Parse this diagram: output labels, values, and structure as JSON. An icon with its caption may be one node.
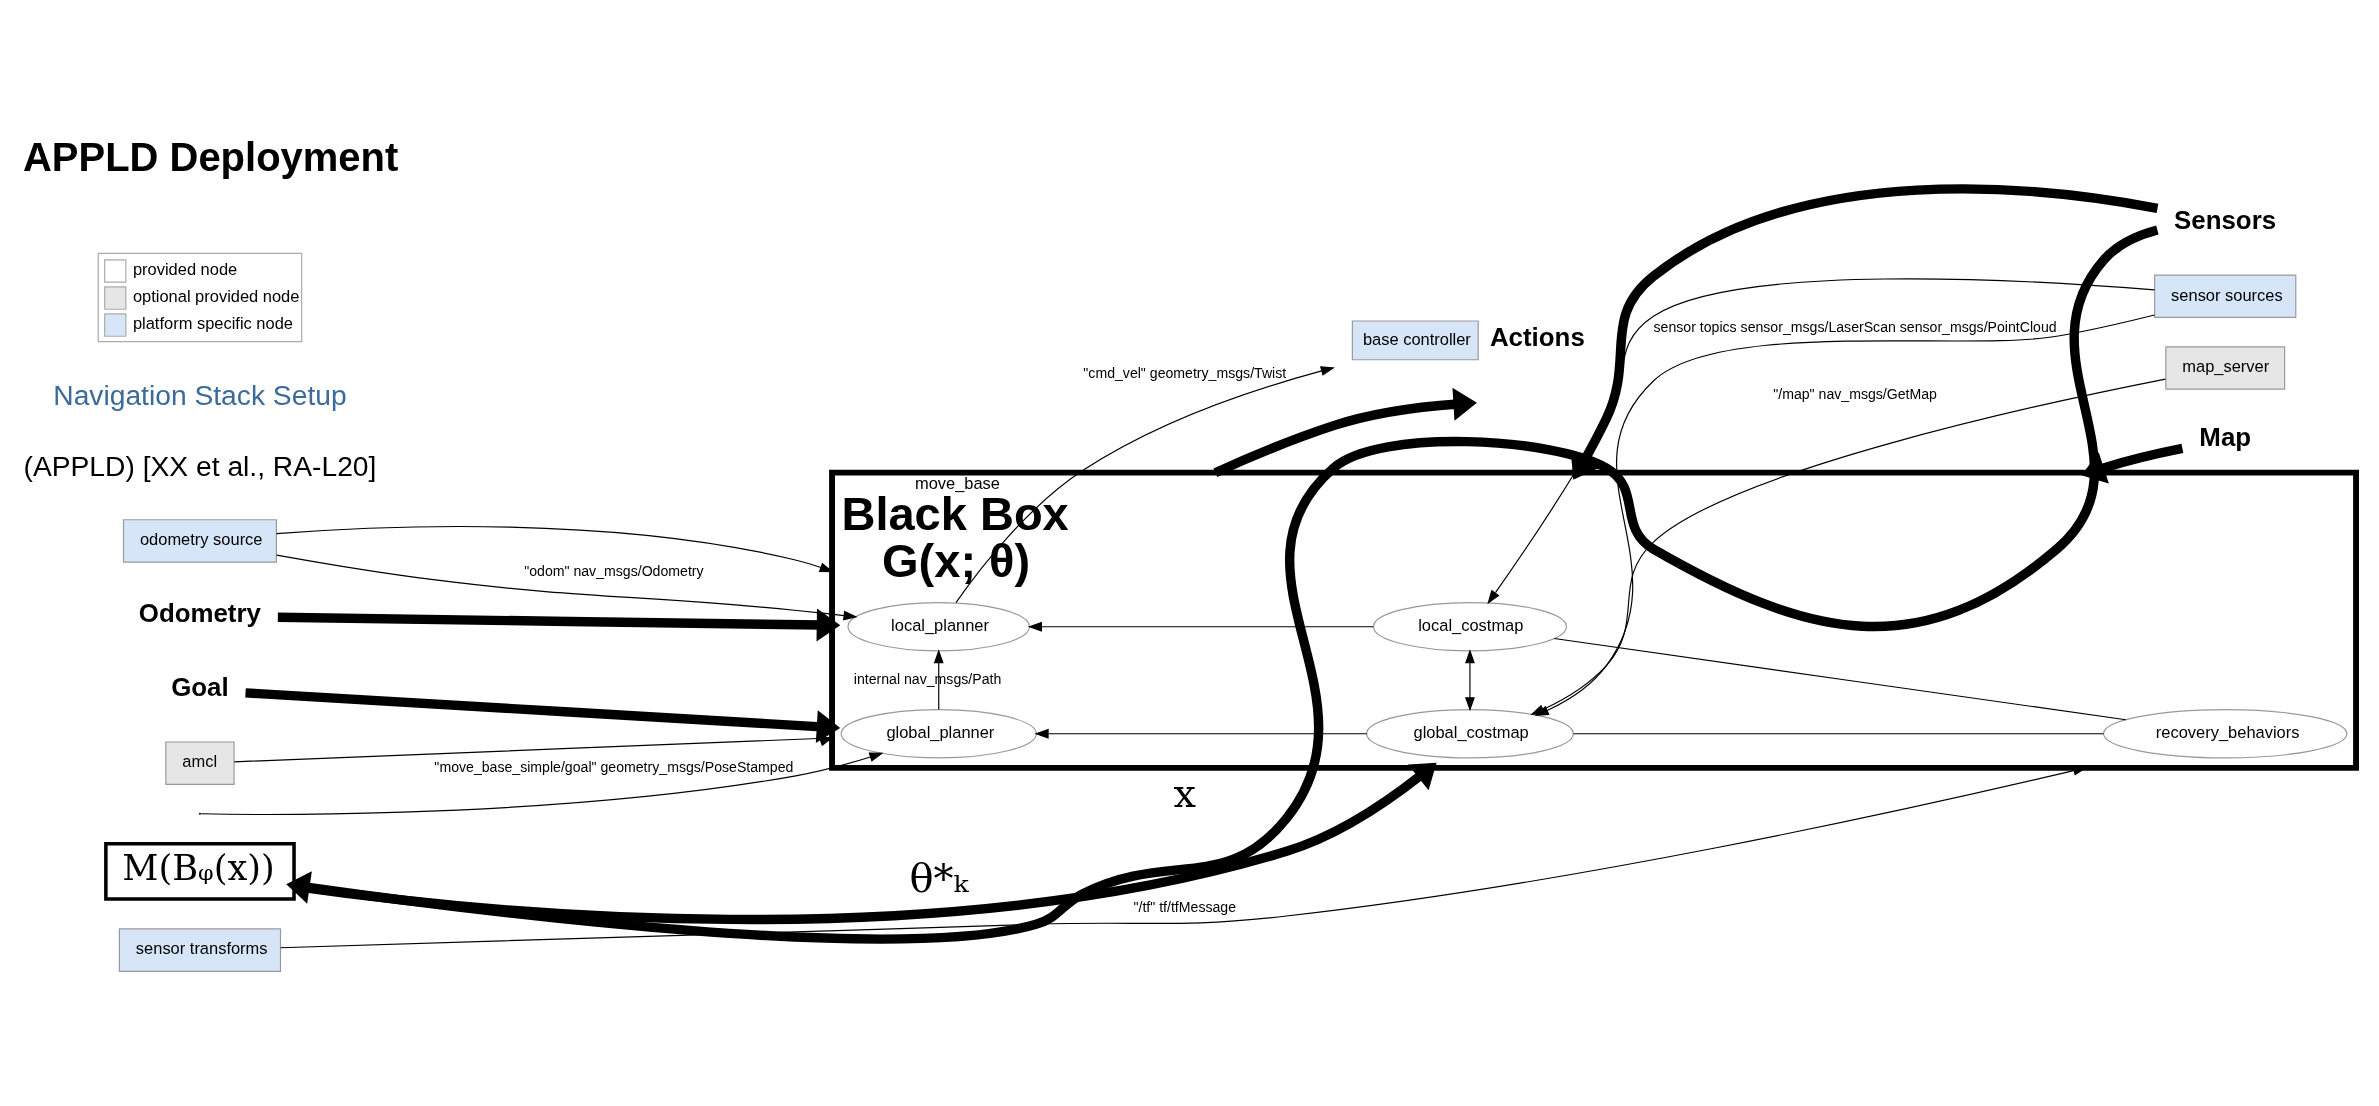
{
  "diagram": {
    "title": "APPLD Deployment",
    "nodes": [
      {
        "text": [
          "move_base",
          "Black Box",
          "G(x; θ)"
        ]
      },
      {
        "text": [
          "global_planner"
        ],
        "in": 0
      },
      {
        "text": [
          "global_costmap"
        ],
        "in": 0
      },
      {
        "text": [
          "recovery_behaviors"
        ],
        "in": 0
      },
      {
        "text": [
          "local_planner"
        ],
        "in": 0
      },
      {
        "text": [
          "local_costmap"
        ],
        "in": 0
      },
      {
        "text": [
          "amcl"
        ]
      },
      {
        "text": [
          "sensor transforms"
        ]
      },
      {
        "text": [
          "odometry source"
        ]
      },
      {
        "text": [
          "map_server"
        ]
      },
      {
        "text": [
          "sensor sources"
        ]
      },
      {
        "text": [
          "base controller"
        ],
        "beside": [
          "Actions"
        ]
      },
      {
        "text": [
          "M(Bᵩ(x))"
        ]
      },
      {
        "text": [
          "Goal"
        ]
      },
      {
        "text": [
          "Odometry"
        ]
      },
      {
        "text": [
          "Map"
        ]
      },
      {
        "text": [
          "Sensors"
        ]
      }
    ],
    "edges": [
      {
        "from": null,
        "to": 1,
        "arrow": "to",
        "label": "\"move_base_simple/goal\" geometry_msgs/PoseStamped"
      },
      {
        "from": 2,
        "to": 1,
        "arrow": "to"
      },
      {
        "from": 1,
        "to": 4,
        "arrow": "to",
        "label": "internal nav_msgs/Path"
      },
      {
        "from": 5,
        "to": 4,
        "arrow": "to"
      },
      {
        "from": 2,
        "to": 3,
        "arrow": "none"
      },
      {
        "from": 3,
        "to": 5,
        "arrow": "none"
      },
      {
        "from": 2,
        "to": 5,
        "arrow": "both"
      },
      {
        "from": 6,
        "to": 0,
        "arrow": "to"
      },
      {
        "from": 7,
        "to": 0,
        "arrow": "to",
        "label": "\"/tf\" tf/tfMessage"
      },
      {
        "from": 8,
        "to": 0,
        "arrow": "to"
      },
      {
        "from": 8,
        "to": 4,
        "arrow": "to",
        "label": "\"odom\" nav_msgs/Odometry"
      },
      {
        "from": 9,
        "to": 2,
        "arrow": "to",
        "label": "\"/map\" nav_msgs/GetMap"
      },
      {
        "from": 10,
        "to": 2,
        "arrow": "to",
        "label": "sensor topics sensor_msgs/LaserScan sensor_msgs/PointCloud"
      },
      {
        "from": 10,
        "to": 5,
        "arrow": "to"
      },
      {
        "from": 4,
        "to": 11,
        "arrow": "to",
        "label": "\"cmd_vel\" geometry_msgs/Twist"
      },
      {
        "from": 13,
        "to": 0,
        "arrow": "to",
        "style": "thick"
      },
      {
        "from": 12,
        "to": 0,
        "arrow": "to",
        "style": "thick",
        "label": "θ*ₖ"
      },
      {
        "from": 16,
        "to": 12,
        "arrow": "to",
        "style": "thick",
        "label": "x"
      },
      {
        "from": 14,
        "to": 0,
        "arrow": "to",
        "style": "thick"
      },
      {
        "from": 15,
        "to": 0,
        "arrow": "to",
        "style": "thick"
      },
      {
        "from": 16,
        "to": 0,
        "arrow": "to",
        "style": "thick"
      },
      {
        "from": 0,
        "to": null,
        "arrow": "to",
        "style": "thick"
      }
    ],
    "labels": [
      "(APPLD) [XX et al., RA-L20]",
      "Navigation Stack Setup"
    ],
    "legend": [
      {
        "text": "provided node",
        "color": "#ffffff"
      },
      {
        "text": "optional provided node",
        "color": "#e6e6e6"
      },
      {
        "text": "platform specific node",
        "color": "#d6e6f8"
      }
    ]
  }
}
